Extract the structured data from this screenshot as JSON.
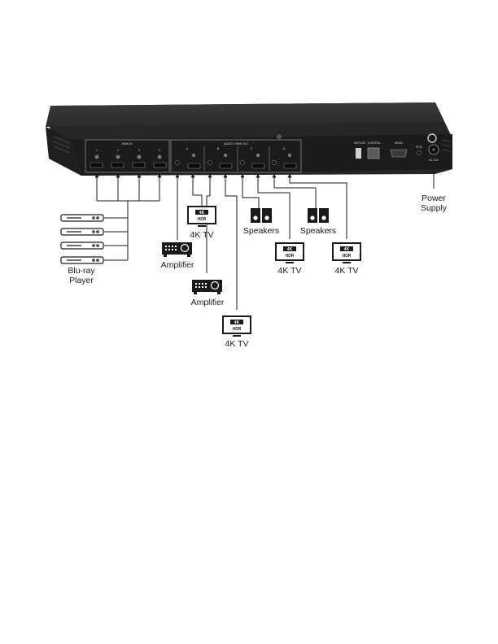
{
  "device": {
    "panel_text": {
      "hdmi_in": "HDMI IN",
      "in_ports": [
        "1",
        "2",
        "3",
        "4"
      ],
      "audio_hdmi_out": "AUDIO / HDMI OUT",
      "out_zones": [
        "A",
        "B",
        "C",
        "D"
      ],
      "service": "SERVICE",
      "control": "CONTROL",
      "rs232": "RS232",
      "ir_w": "IR W",
      "dc_24v": "DC 24V"
    }
  },
  "labels": {
    "bluray": "Blu-ray\nPlayer",
    "amplifier_1": "Amplifier",
    "amplifier_2": "Amplifier",
    "tv_a": "4K TV",
    "tv_b": "4K TV",
    "tv_c": "4K TV",
    "tv_d": "4K TV",
    "speakers_c": "Speakers",
    "speakers_d": "Speakers",
    "power": "Power\nSupply"
  },
  "tv_badge": {
    "top": "4K",
    "bottom": "HDR"
  },
  "colors": {
    "chassis": "#2b2b2b",
    "panel": "#1c1c1c",
    "line": "#1a1a1a"
  }
}
